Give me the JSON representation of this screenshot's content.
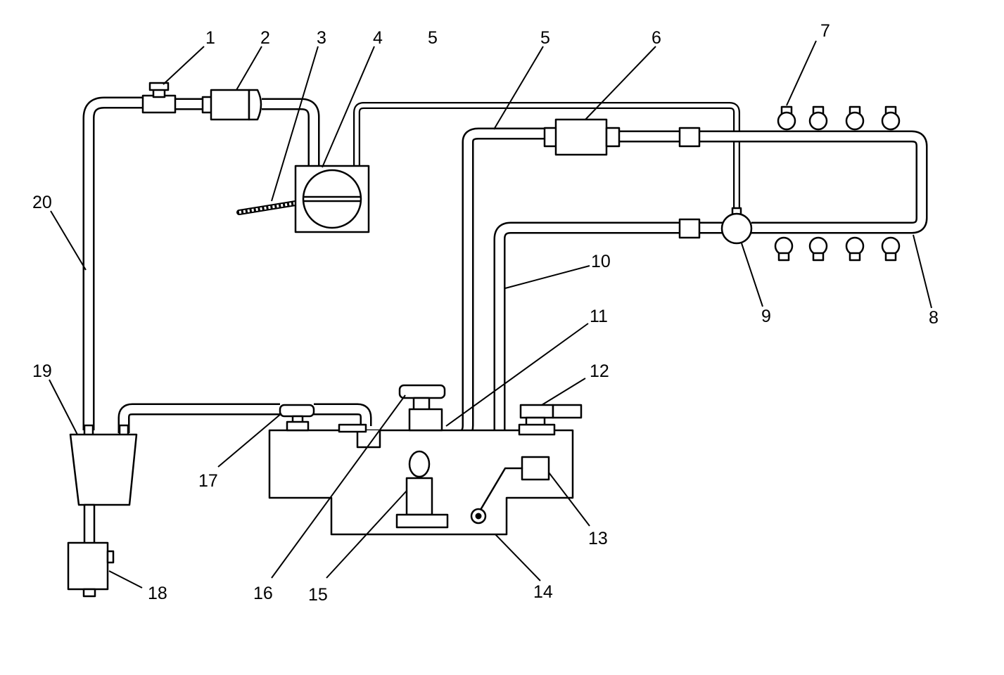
{
  "callouts": {
    "c1": "1",
    "c2": "2",
    "c3": "3",
    "c4": "4",
    "c5a": "5",
    "c5b": "5",
    "c6": "6",
    "c7": "7",
    "c8": "8",
    "c9": "9",
    "c10": "10",
    "c11": "11",
    "c12": "12",
    "c13": "13",
    "c14": "14",
    "c15": "15",
    "c16": "16",
    "c17": "17",
    "c18": "18",
    "c19": "19",
    "c20": "20"
  },
  "colors": {
    "line": "#000000",
    "background": "#ffffff"
  }
}
